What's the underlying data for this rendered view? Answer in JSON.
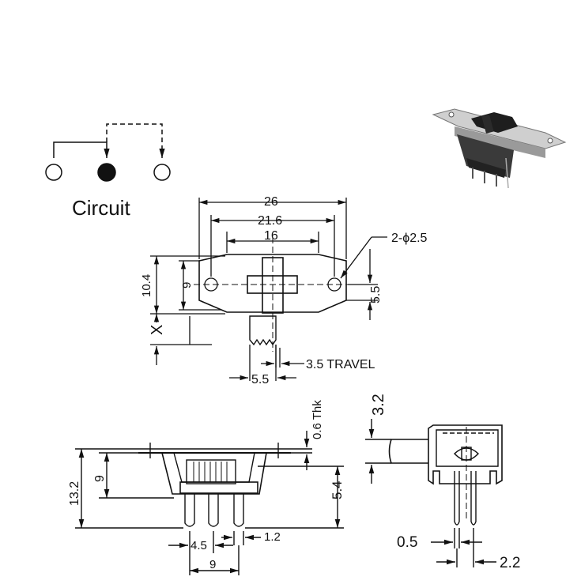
{
  "circuit": {
    "label": "Circuit"
  },
  "top_view": {
    "width_overall": "26",
    "hole_spacing": "21.6",
    "body_width": "16",
    "holes_note": "2-ϕ2.5",
    "height_overall": "10.4",
    "body_height": "9",
    "hole_offset": "5.5",
    "actuator_height": "X",
    "travel": "3.5 TRAVEL",
    "actuator_width": "5.5"
  },
  "side_view": {
    "thickness": "0.6 Thk",
    "overall_height": "13.2",
    "body_height": "9",
    "pin_length": "5.4",
    "pin_pitch": "4.5",
    "pin_width": "1.2",
    "pin_span": "9"
  },
  "end_view": {
    "actuator": "3.2",
    "pin_thickness": "0.5",
    "pin_spacing": "2.2"
  },
  "colors": {
    "line": "#111111",
    "background": "#ffffff",
    "photo_body": "#3a3a3a",
    "photo_plate": "#bdbdbd"
  }
}
